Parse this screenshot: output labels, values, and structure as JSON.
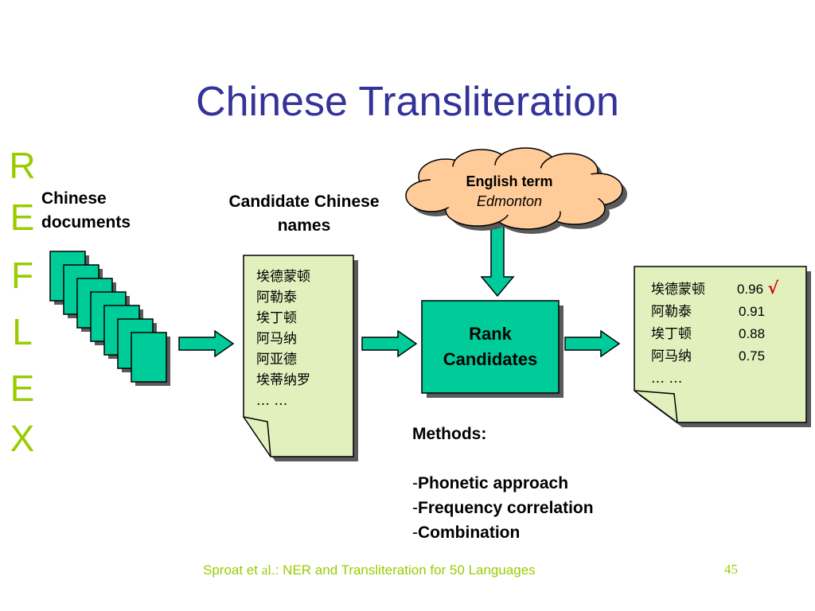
{
  "slide": {
    "title": "Chinese Transliteration",
    "reflex_letters": [
      "R",
      "E",
      "F",
      "L",
      "E",
      "X"
    ]
  },
  "diagram": {
    "docs_label_line1": "Chinese",
    "docs_label_line2": "documents",
    "candidates_label_line1": "Candidate Chinese",
    "candidates_label_line2": "names",
    "cloud": {
      "heading": "English term",
      "term": "Edmonton"
    },
    "candidate_names": [
      "埃德蒙顿",
      "阿勒泰",
      "埃丁顿",
      "阿马纳",
      "阿亚德",
      "埃蒂纳罗",
      "… …"
    ],
    "rank_box": {
      "line1": "Rank",
      "line2": "Candidates"
    },
    "ranked_results": [
      {
        "name": "埃德蒙顿",
        "score": "0.96",
        "mark": "√"
      },
      {
        "name": "阿勒泰",
        "score": "0.91",
        "mark": ""
      },
      {
        "name": "埃丁顿",
        "score": "0.88",
        "mark": ""
      },
      {
        "name": "阿马纳",
        "score": "0.75",
        "mark": ""
      }
    ],
    "results_ellipsis": "… …",
    "methods": {
      "heading": "Methods:",
      "items": [
        "Phonetic approach",
        "Frequency correlation",
        "Combination"
      ]
    }
  },
  "footer": {
    "citation_prefix": "Sproat et ",
    "citation_al": "al",
    "citation_rest": ".: NER and Transliteration for 50 Languages",
    "page_number": "45"
  },
  "colors": {
    "title": "#33339a",
    "accent_green": "#99cc00",
    "shape_green": "#00cc99",
    "note_fill": "#e2f0bd",
    "cloud_fill": "#ffcc99",
    "check_red": "#cc0000"
  }
}
